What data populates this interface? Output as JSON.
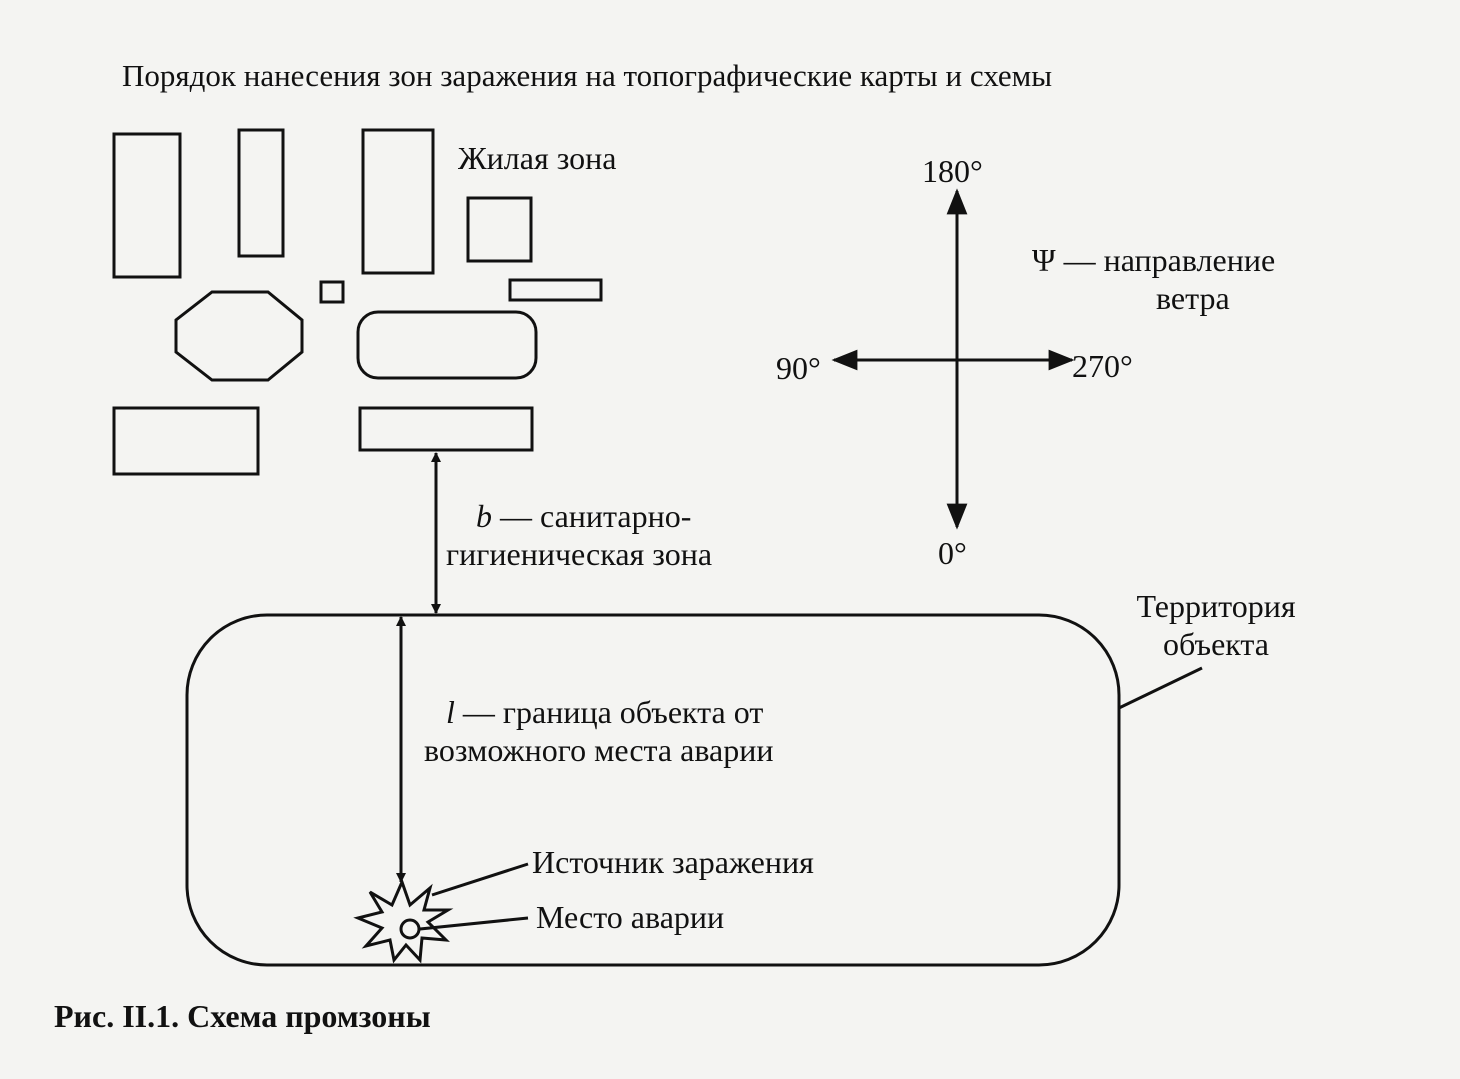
{
  "title": "Порядок нанесения зон заражения на топографические карты и схемы",
  "residential_zone_label": "Жилая зона",
  "compass": {
    "north_label": "180°",
    "south_label": "0°",
    "west_label": "90°",
    "east_label": "270°"
  },
  "wind_legend": {
    "symbol": "Ψ",
    "line1": " — направление",
    "line2": "ветра"
  },
  "sanitary_zone": {
    "symbol": "b",
    "line1": " — санитарно-",
    "line2": "гигиеническая зона"
  },
  "territory_label": {
    "line1": "Территория",
    "line2": "объекта"
  },
  "boundary": {
    "symbol": "l",
    "line1": " — граница объекта от",
    "line2": "возможного места аварии"
  },
  "contamination_source_label": "Источник заражения",
  "accident_site_label": "Место аварии",
  "caption": "Рис. II.1. Схема промзоны"
}
